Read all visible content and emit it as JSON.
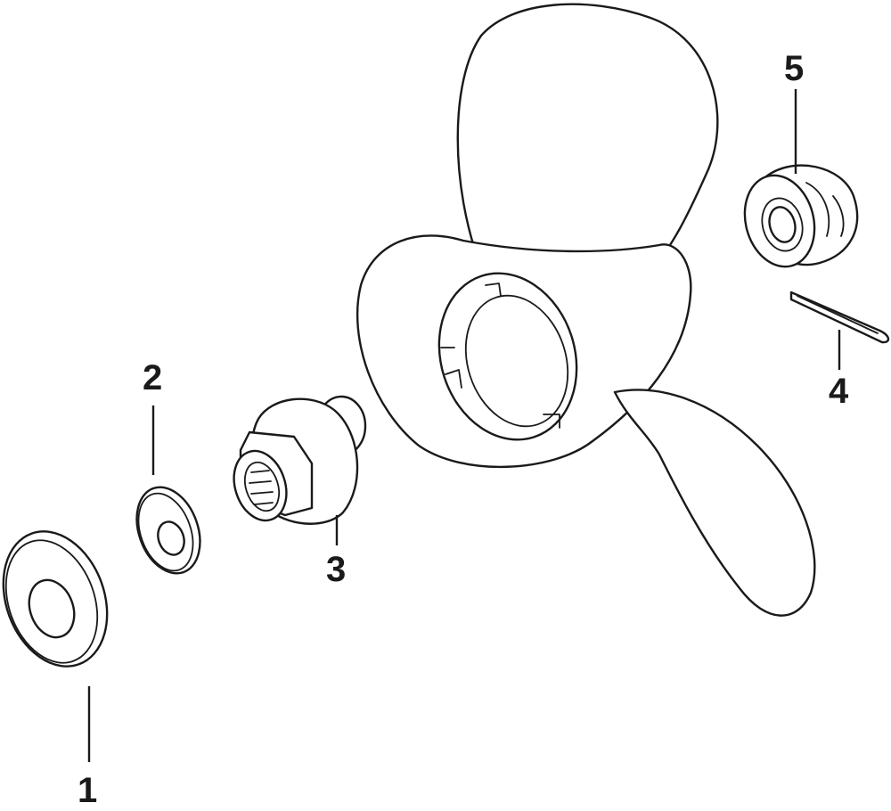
{
  "callouts": [
    {
      "id": "1",
      "label": "1"
    },
    {
      "id": "2",
      "label": "2"
    },
    {
      "id": "3",
      "label": "3"
    },
    {
      "id": "4",
      "label": "4"
    },
    {
      "id": "5",
      "label": "5"
    }
  ],
  "colors": {
    "ink": "#1a1a1a",
    "paper": "#ffffff"
  }
}
